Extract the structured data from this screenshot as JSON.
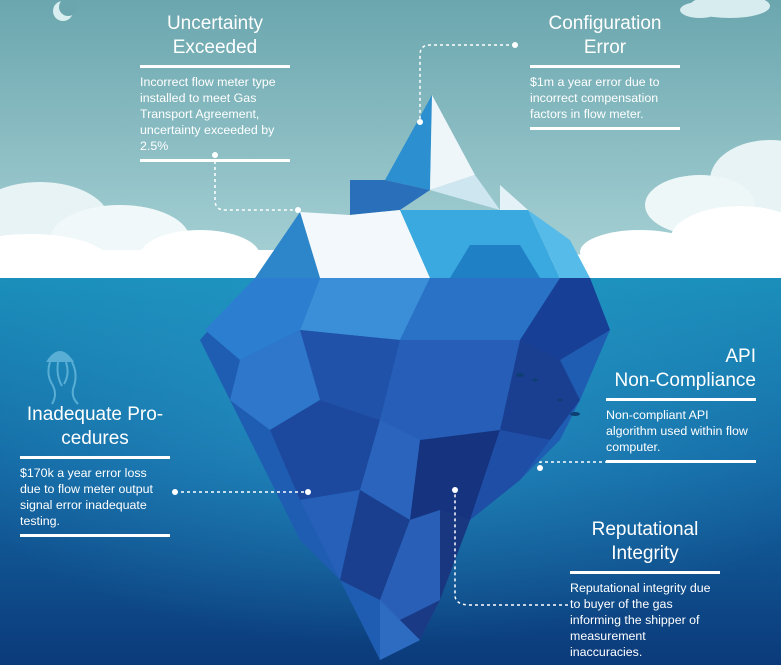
{
  "diagram": {
    "callouts": [
      {
        "id": "uncertainty-exceeded",
        "title_lines": [
          "Uncertainty",
          "Exceeded"
        ],
        "description": "Incorrect flow meter type installed to meet Gas Transport Agreement, uncertainty exceeded by 2.5%"
      },
      {
        "id": "configuration-error",
        "title_lines": [
          "Configuration",
          "Error"
        ],
        "description": "$1m a year error due to incorrect compensation factors in flow meter."
      },
      {
        "id": "api-non-compliance",
        "title_lines": [
          "API",
          "Non-Compliance"
        ],
        "description": "Non-compliant API algorithm used within flow computer."
      },
      {
        "id": "inadequate-procedures",
        "title_lines": [
          "Inadequate Pro-",
          "cedures"
        ],
        "description": "$170k a year error loss due to flow meter output signal error inadequate testing."
      },
      {
        "id": "reputational-integrity",
        "title_lines": [
          "Reputational",
          "Integrity"
        ],
        "description": "Reputational integrity due to buyer of the gas informing the shipper of measurement inaccuracies."
      }
    ],
    "colors": {
      "sky_top": "#6aa8b0",
      "sky_bottom": "#a9d2d6",
      "cloud": "#ffffff",
      "sea_top": "#1d89b7",
      "sea_bottom": "#0b3f7e",
      "ice_light": "#e9f4f8",
      "ice_mid": "#3fa9dc",
      "ice_dark": "#1a4fa3",
      "ice_deep": "#122a78"
    },
    "icons": [
      "moon-icon",
      "jellyfish-icon",
      "fish-icon"
    ]
  }
}
